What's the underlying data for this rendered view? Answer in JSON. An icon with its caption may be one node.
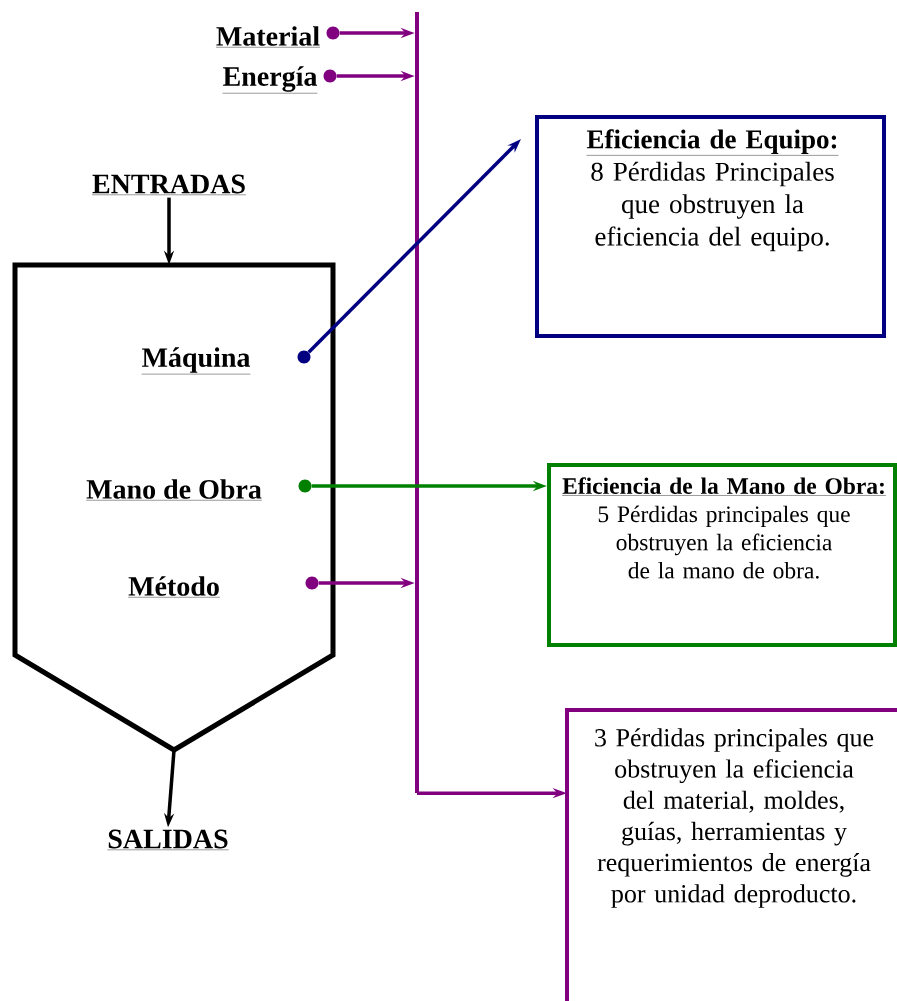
{
  "diagram": {
    "nodes": [
      {
        "text": [
          "Material"
        ]
      },
      {
        "text": [
          "Energía"
        ]
      },
      {
        "text": [
          "ENTRADAS"
        ]
      },
      {
        "text": [],
        "shape": "box"
      },
      {
        "text": [
          "Máquina"
        ],
        "in": 3
      },
      {
        "text": [
          "Mano de Obra"
        ],
        "in": 3
      },
      {
        "text": [
          "Método"
        ],
        "in": 3
      },
      {
        "text": [
          "SALIDAS"
        ]
      },
      {
        "text": [],
        "shape": "bar"
      },
      {
        "text": [
          "Eficiencia de Equipo:",
          "8 Pérdidas Principales que obstruyen la eficiencia del equipo."
        ]
      },
      {
        "text": [
          "Eficiencia de la Mano de Obra:",
          "5 Pérdidas principales que obstruyen la eficiencia de la mano de obra."
        ]
      },
      {
        "text": [
          "3 Pérdidas principales que obstruyen la eficiencia del material, moldes, guías, herramientas y requerimientos de energía por unidad deproducto."
        ]
      }
    ],
    "edges": [
      {
        "from": 0,
        "to": 8,
        "arrow": "to"
      },
      {
        "from": 1,
        "to": 8,
        "arrow": "to"
      },
      {
        "from": 2,
        "to": 3,
        "arrow": "to",
        "color": "#000000"
      },
      {
        "from": 4,
        "to": 9,
        "arrow": "to",
        "color": "#000080"
      },
      {
        "from": 5,
        "to": 10,
        "arrow": "to",
        "color": "#008000"
      },
      {
        "from": 6,
        "to": 8,
        "arrow": "to"
      },
      {
        "from": 3,
        "to": 7,
        "arrow": "to",
        "color": "#000000"
      },
      {
        "from": 8,
        "to": 11,
        "arrow": "to"
      }
    ]
  }
}
